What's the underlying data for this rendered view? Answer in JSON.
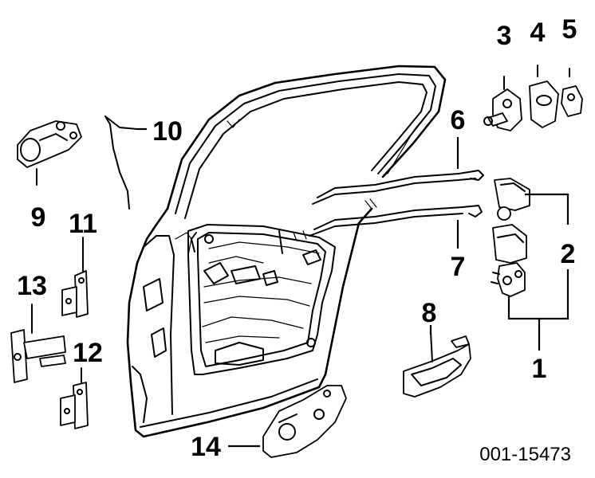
{
  "diagram": {
    "callouts": {
      "n1": "1",
      "n2": "2",
      "n3": "3",
      "n4": "4",
      "n5": "5",
      "n6": "6",
      "n7": "7",
      "n8": "8",
      "n9": "9",
      "n10": "10",
      "n11": "11",
      "n12": "12",
      "n13": "13",
      "n14": "14"
    },
    "reference_code": "001-15473"
  }
}
